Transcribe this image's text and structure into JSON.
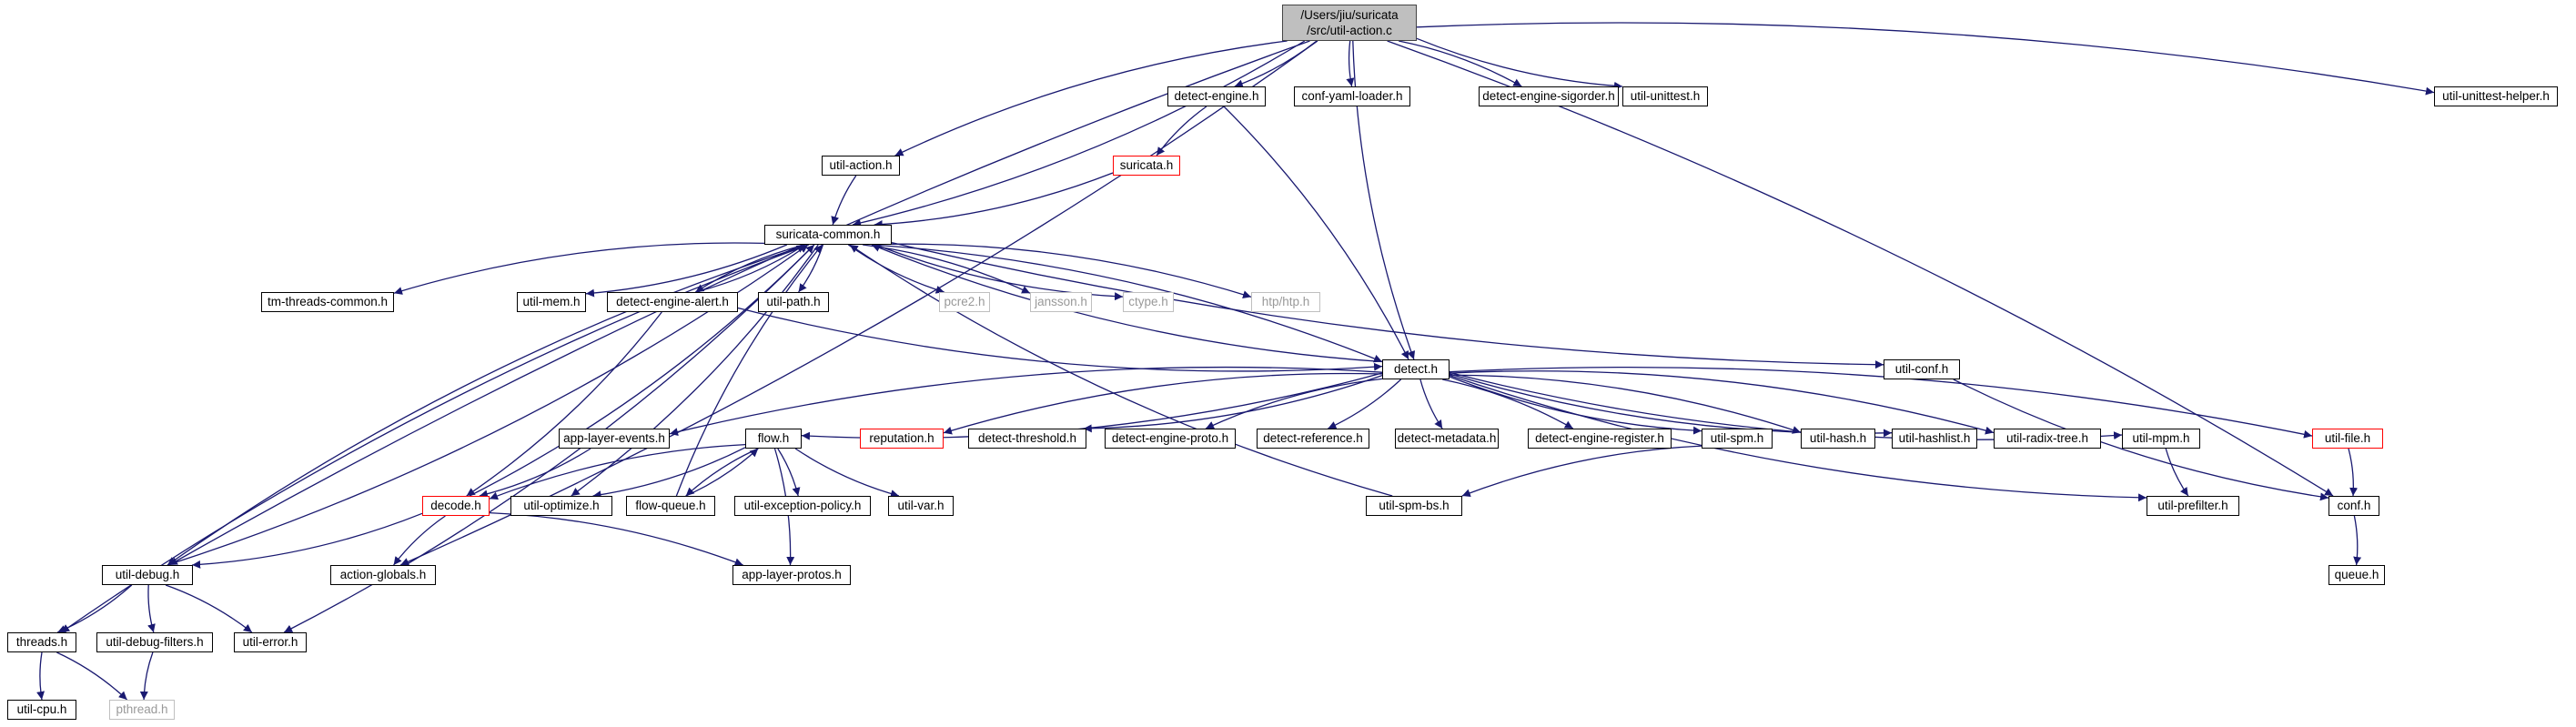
{
  "nodes": [
    {
      "id": "root",
      "lines": [
        "/Users/jiu/suricata",
        "/src/util-action.c"
      ],
      "kind": "root"
    },
    {
      "id": "detect-engine",
      "label": "detect-engine.h",
      "kind": "normal"
    },
    {
      "id": "conf-yaml",
      "label": "conf-yaml-loader.h",
      "kind": "normal"
    },
    {
      "id": "sigorder",
      "label": "detect-engine-sigorder.h",
      "kind": "normal"
    },
    {
      "id": "util-unittest",
      "label": "util-unittest.h",
      "kind": "normal"
    },
    {
      "id": "unittest-helper",
      "label": "util-unittest-helper.h",
      "kind": "normal"
    },
    {
      "id": "util-action",
      "label": "util-action.h",
      "kind": "normal"
    },
    {
      "id": "suricata",
      "label": "suricata.h",
      "kind": "red"
    },
    {
      "id": "common",
      "label": "suricata-common.h",
      "kind": "normal"
    },
    {
      "id": "tm-threads",
      "label": "tm-threads-common.h",
      "kind": "normal"
    },
    {
      "id": "util-mem",
      "label": "util-mem.h",
      "kind": "normal"
    },
    {
      "id": "alert",
      "label": "detect-engine-alert.h",
      "kind": "normal"
    },
    {
      "id": "util-path",
      "label": "util-path.h",
      "kind": "normal"
    },
    {
      "id": "pcre2",
      "label": "pcre2.h",
      "kind": "gray"
    },
    {
      "id": "jansson",
      "label": "jansson.h",
      "kind": "gray"
    },
    {
      "id": "ctype",
      "label": "ctype.h",
      "kind": "gray"
    },
    {
      "id": "htp",
      "label": "htp/htp.h",
      "kind": "gray"
    },
    {
      "id": "util-conf",
      "label": "util-conf.h",
      "kind": "normal"
    },
    {
      "id": "detect",
      "label": "detect.h",
      "kind": "normal"
    },
    {
      "id": "app-layer-events",
      "label": "app-layer-events.h",
      "kind": "normal"
    },
    {
      "id": "flow",
      "label": "flow.h",
      "kind": "normal"
    },
    {
      "id": "reputation",
      "label": "reputation.h",
      "kind": "red"
    },
    {
      "id": "threshold",
      "label": "detect-threshold.h",
      "kind": "normal"
    },
    {
      "id": "proto",
      "label": "detect-engine-proto.h",
      "kind": "normal"
    },
    {
      "id": "reference",
      "label": "detect-reference.h",
      "kind": "normal"
    },
    {
      "id": "metadata",
      "label": "detect-metadata.h",
      "kind": "normal"
    },
    {
      "id": "register",
      "label": "detect-engine-register.h",
      "kind": "normal"
    },
    {
      "id": "util-spm",
      "label": "util-spm.h",
      "kind": "normal"
    },
    {
      "id": "util-hash",
      "label": "util-hash.h",
      "kind": "normal"
    },
    {
      "id": "util-hashlist",
      "label": "util-hashlist.h",
      "kind": "normal"
    },
    {
      "id": "radix",
      "label": "util-radix-tree.h",
      "kind": "normal"
    },
    {
      "id": "util-mpm",
      "label": "util-mpm.h",
      "kind": "normal"
    },
    {
      "id": "util-file",
      "label": "util-file.h",
      "kind": "red"
    },
    {
      "id": "decode",
      "label": "decode.h",
      "kind": "red"
    },
    {
      "id": "util-optimize",
      "label": "util-optimize.h",
      "kind": "normal"
    },
    {
      "id": "flow-queue",
      "label": "flow-queue.h",
      "kind": "normal"
    },
    {
      "id": "exception",
      "label": "util-exception-policy.h",
      "kind": "normal"
    },
    {
      "id": "util-var",
      "label": "util-var.h",
      "kind": "normal"
    },
    {
      "id": "spm-bs",
      "label": "util-spm-bs.h",
      "kind": "normal"
    },
    {
      "id": "prefilter",
      "label": "util-prefilter.h",
      "kind": "normal"
    },
    {
      "id": "conf",
      "label": "conf.h",
      "kind": "normal"
    },
    {
      "id": "util-debug",
      "label": "util-debug.h",
      "kind": "normal"
    },
    {
      "id": "action-globals",
      "label": "action-globals.h",
      "kind": "normal"
    },
    {
      "id": "app-layer-protos",
      "label": "app-layer-protos.h",
      "kind": "normal"
    },
    {
      "id": "queue",
      "label": "queue.h",
      "kind": "normal"
    },
    {
      "id": "threads",
      "label": "threads.h",
      "kind": "normal"
    },
    {
      "id": "debug-filters",
      "label": "util-debug-filters.h",
      "kind": "normal"
    },
    {
      "id": "util-error",
      "label": "util-error.h",
      "kind": "normal"
    },
    {
      "id": "util-cpu",
      "label": "util-cpu.h",
      "kind": "normal"
    },
    {
      "id": "pthread",
      "label": "pthread.h",
      "kind": "gray"
    }
  ],
  "edges": [
    [
      "root",
      "detect-engine"
    ],
    [
      "root",
      "conf-yaml"
    ],
    [
      "root",
      "sigorder"
    ],
    [
      "root",
      "util-unittest"
    ],
    [
      "root",
      "unittest-helper"
    ],
    [
      "root",
      "util-action"
    ],
    [
      "root",
      "common"
    ],
    [
      "root",
      "detect"
    ],
    [
      "root",
      "conf"
    ],
    [
      "root",
      "util-debug"
    ],
    [
      "root",
      "action-globals"
    ],
    [
      "detect-engine",
      "suricata"
    ],
    [
      "detect-engine",
      "detect"
    ],
    [
      "util-action",
      "common"
    ],
    [
      "suricata",
      "common"
    ],
    [
      "common",
      "tm-threads"
    ],
    [
      "common",
      "util-mem"
    ],
    [
      "common",
      "alert"
    ],
    [
      "common",
      "util-path"
    ],
    [
      "common",
      "pcre2"
    ],
    [
      "common",
      "jansson"
    ],
    [
      "common",
      "ctype"
    ],
    [
      "common",
      "htp"
    ],
    [
      "common",
      "util-conf"
    ],
    [
      "common",
      "detect"
    ],
    [
      "common",
      "util-debug"
    ],
    [
      "common",
      "util-error"
    ],
    [
      "common",
      "threads"
    ],
    [
      "common",
      "util-optimize"
    ],
    [
      "alert",
      "common"
    ],
    [
      "alert",
      "decode"
    ],
    [
      "alert",
      "detect"
    ],
    [
      "detect",
      "common"
    ],
    [
      "detect",
      "app-layer-events"
    ],
    [
      "detect",
      "flow"
    ],
    [
      "detect",
      "reputation"
    ],
    [
      "detect",
      "threshold"
    ],
    [
      "detect",
      "proto"
    ],
    [
      "detect",
      "reference"
    ],
    [
      "detect",
      "metadata"
    ],
    [
      "detect",
      "register"
    ],
    [
      "detect",
      "util-spm"
    ],
    [
      "detect",
      "util-hash"
    ],
    [
      "detect",
      "util-hashlist"
    ],
    [
      "detect",
      "radix"
    ],
    [
      "detect",
      "util-mpm"
    ],
    [
      "detect",
      "util-file"
    ],
    [
      "detect",
      "prefilter"
    ],
    [
      "app-layer-events",
      "decode"
    ],
    [
      "flow",
      "decode"
    ],
    [
      "flow",
      "util-optimize"
    ],
    [
      "flow",
      "flow-queue"
    ],
    [
      "flow",
      "exception"
    ],
    [
      "flow",
      "util-var"
    ],
    [
      "flow",
      "app-layer-protos"
    ],
    [
      "flow-queue",
      "flow"
    ],
    [
      "flow-queue",
      "common"
    ],
    [
      "decode",
      "common"
    ],
    [
      "decode",
      "util-debug"
    ],
    [
      "decode",
      "action-globals"
    ],
    [
      "decode",
      "app-layer-protos"
    ],
    [
      "util-spm",
      "spm-bs"
    ],
    [
      "spm-bs",
      "common"
    ],
    [
      "util-mpm",
      "prefilter"
    ],
    [
      "util-file",
      "conf"
    ],
    [
      "util-conf",
      "conf"
    ],
    [
      "conf",
      "queue"
    ],
    [
      "util-debug",
      "common"
    ],
    [
      "util-debug",
      "threads"
    ],
    [
      "util-debug",
      "debug-filters"
    ],
    [
      "util-debug",
      "util-error"
    ],
    [
      "threads",
      "util-cpu"
    ],
    [
      "threads",
      "pthread"
    ],
    [
      "debug-filters",
      "pthread"
    ]
  ]
}
